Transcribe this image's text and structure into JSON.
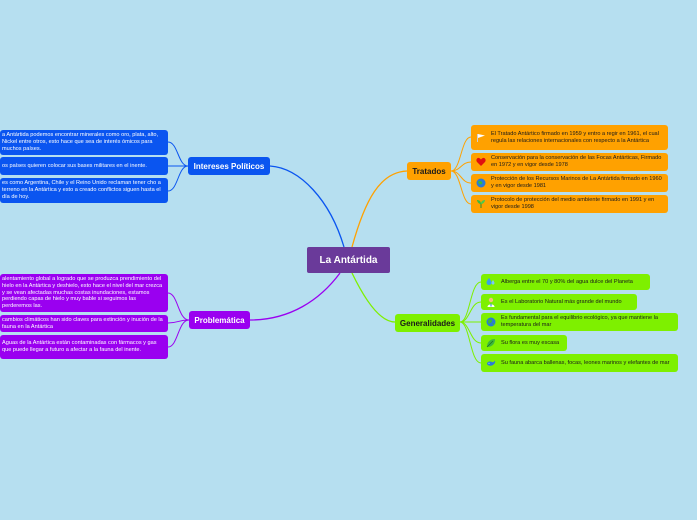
{
  "central": {
    "title": "La Antártida"
  },
  "colors": {
    "background": "#b6dff0",
    "central": "#6a3a9a",
    "intereses": "#0a55f0",
    "problematica": "#9a00f0",
    "tratados": "#ffa100",
    "generalidades": "#7ef000"
  },
  "branches": {
    "intereses": {
      "label": "Intereses Políticos",
      "items": [
        {
          "text": "a Antártida podemos encontrar minerales como oro, plata, alto, Nickel entre otros, esto hace que sea de interés ómicos para muchos países."
        },
        {
          "text": "os países quieren colocar sus bases militares en el inente."
        },
        {
          "text": "es como Argentina, Chile y el Reino Unido reclaman tener cho a terreno en la Antártica y esto a creado conflictos siguen hasta el día de hoy."
        }
      ]
    },
    "problematica": {
      "label": "Problemática",
      "items": [
        {
          "text": "alentamiento global a logrado que se produzca prendimiento del hielo en la Antártica y deshielo, esto hace el nivel del mar crezca y se vean afectadas muchas costas inundaciones, estamos perdiendo capas de hielo y muy bable si seguimos las perderemos las."
        },
        {
          "text": "cambios climáticos han sido claves para extinción y inución de la fauna en la Antártica"
        },
        {
          "text": "Aguas de la Antártica están contaminadas con fármacos y gas que puede llegar a futuro a afectar a la fauna del inente."
        }
      ]
    },
    "tratados": {
      "label": "Tratados",
      "items": [
        {
          "icon": "flag-icon",
          "text": "El Tratado Antártico firmado en 1959 y entro a regir en 1961, el cual regula las relaciones internacionales con respecto a la Antártica"
        },
        {
          "icon": "heart-icon",
          "text": "Conservación para la conservación de las Focas Antárticas, Firmado en 1972 y en vigor desde 1978"
        },
        {
          "icon": "globe-icon",
          "text": "Protección de los Recursos Marinos de La Antártida firmado en 1960 y en vigor desde 1981"
        },
        {
          "icon": "plant-icon",
          "text": "Protocolo de protección del medio ambiente firmado en 1991 y en vigor desde 1998"
        }
      ]
    },
    "generalidades": {
      "label": "Generalidades",
      "items": [
        {
          "icon": "water-drops-icon",
          "text": "Alberga entre el 70 y 80% del agua dulce del Planeta"
        },
        {
          "icon": "scientist-icon",
          "text": "Es el Laboratorio Natural más grande del mundo"
        },
        {
          "icon": "earth-icon",
          "text": "Es fundamental para el equilibrio ecológico, ya que mantiene la temperatura del mar"
        },
        {
          "icon": "leaf-icon",
          "text": "Su flora es muy escasa"
        },
        {
          "icon": "whale-icon",
          "text": "Su fauna abarca ballenas, focas, leones marinos y elefantes de mar"
        }
      ]
    }
  }
}
